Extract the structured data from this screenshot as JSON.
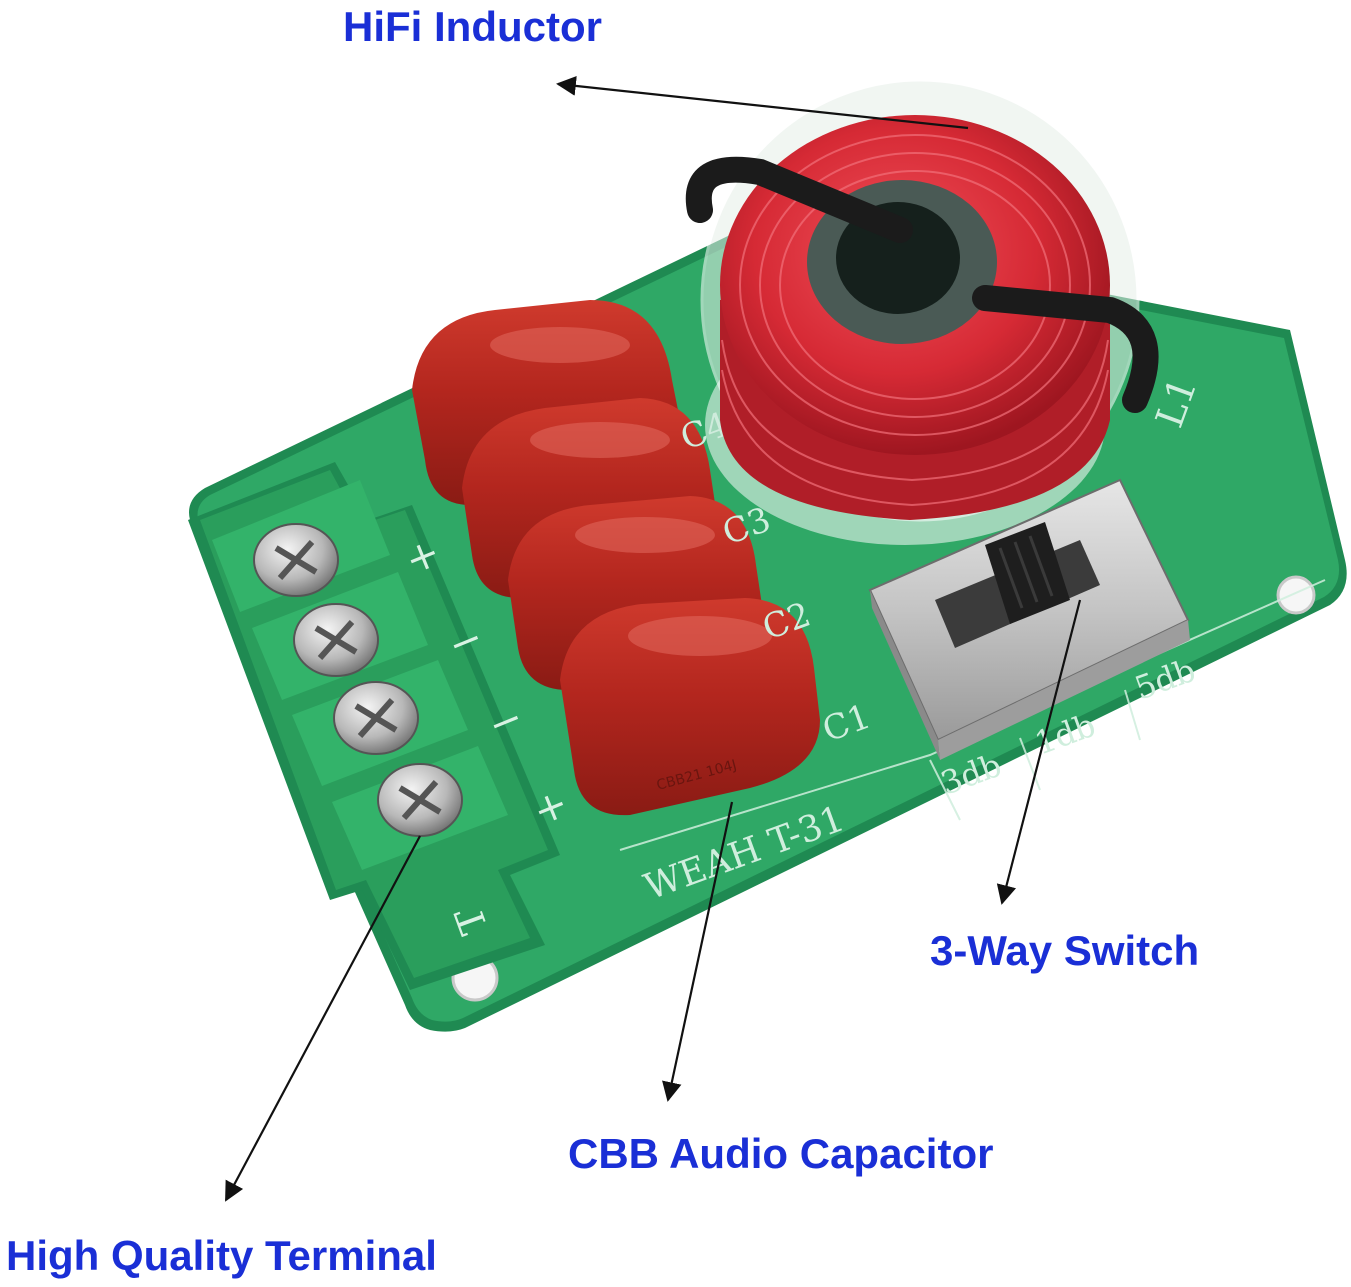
{
  "callouts": {
    "inductor": "HiFi Inductor",
    "switch": "3-Way Switch",
    "capacitor": "CBB Audio Capacitor",
    "terminal": "High Quality Terminal"
  },
  "board": {
    "model": "WEAH T-31",
    "terminal_label": "T",
    "inductor_label": "L1",
    "capacitor_labels": [
      "C1",
      "C2",
      "C3",
      "C4"
    ],
    "polarity_marks": [
      "+",
      "−",
      "−",
      "+"
    ],
    "switch_positions": [
      "3db",
      "1db",
      "5db"
    ]
  },
  "colors": {
    "callout_text": "#1a2fd6",
    "pcb": "#2fa866",
    "pcb_edge": "#1f8a52",
    "terminal_block": "#2a9e5c",
    "capacitor": "#b3261e",
    "coil": "#d62a35",
    "arrow": "#111111"
  },
  "icons": {
    "arrow": "arrow-line-icon",
    "screw": "phillips-screw-icon"
  }
}
